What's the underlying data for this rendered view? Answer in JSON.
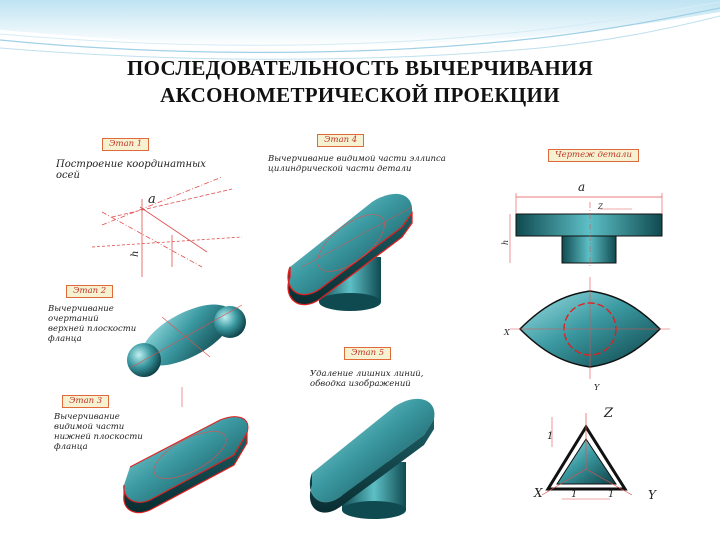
{
  "slide": {
    "title_line1": "ПОСЛЕДОВАТЕЛЬНОСТЬ ВЫЧЕРЧИВАНИЯ",
    "title_line2": "АКСОНОМЕТРИЧЕСКОЙ ПРОЕКЦИИ"
  },
  "stages": {
    "stage1": {
      "label": "Этап 1",
      "text_line1": "Построение координатных",
      "text_line2": "осей"
    },
    "stage2": {
      "label": "Этап 2",
      "text_line1": "Вычерчивание",
      "text_line2": "очертаний",
      "text_line3": "верхней плоскости",
      "text_line4": "фланца"
    },
    "stage3": {
      "label": "Этап 3",
      "text_line1": "Вычерчивание",
      "text_line2": "видимой части",
      "text_line3": "нижней плоскости",
      "text_line4": "фланца"
    },
    "stage4": {
      "label": "Этап 4",
      "text_line1": "Вычерчивание видимой части эллипса",
      "text_line2": "цилиндрической части детали"
    },
    "stage5": {
      "label": "Этап 5",
      "text_line1": "Удаление лишних линий,",
      "text_line2": "обводка изображений"
    },
    "drawing": {
      "label": "Чертеж детали"
    }
  },
  "dimensions": {
    "a": "a",
    "h": "h",
    "z": "Z",
    "x": "X",
    "y": "Y",
    "one": "1"
  },
  "colors": {
    "body_dark": "#13545a",
    "body_light": "#7fd3d8",
    "edge_red": "#e02020",
    "construction": "#e05050",
    "label_bg": "#f6f1d0"
  }
}
